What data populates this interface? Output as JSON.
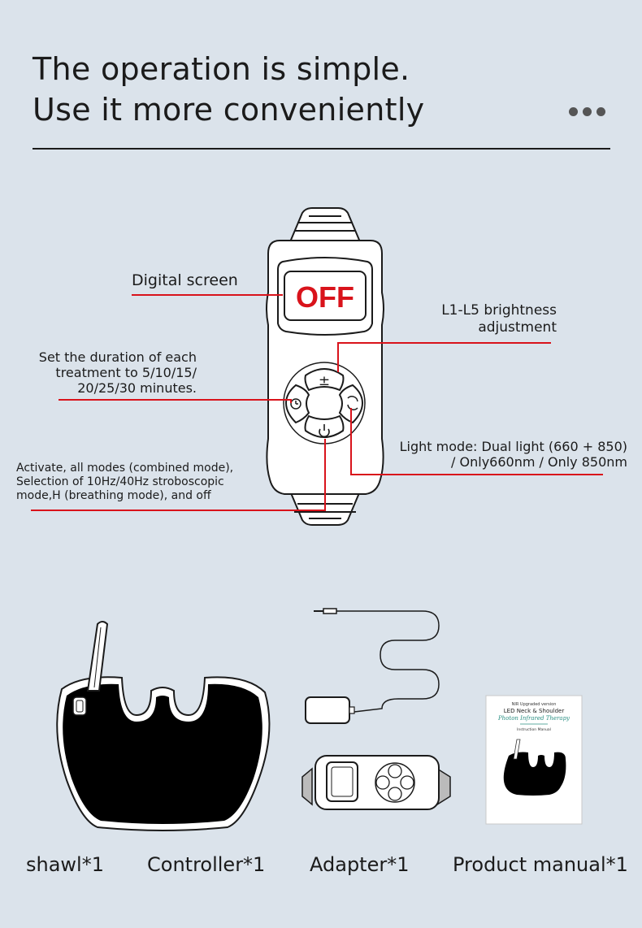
{
  "header": {
    "title_line1": "The operation is simple.",
    "title_line2": "Use it more conveniently"
  },
  "controller": {
    "screen_text": "OFF",
    "plus_minus_symbol": "±"
  },
  "callouts": {
    "digital_screen": "Digital screen",
    "brightness_line1": "L1-L5 brightness",
    "brightness_line2": "adjustment",
    "duration_line1": "Set the duration of each",
    "duration_line2": "treatment to 5/10/15/",
    "duration_line3": "20/25/30 minutes.",
    "light_mode_line1": "Light mode: Dual light (660 + 850)",
    "light_mode_line2": "/ Only660nm / Only 850nm",
    "activate_line1": "Activate, all modes (combined mode),",
    "activate_line2": "Selection of 10Hz/40Hz stroboscopic",
    "activate_line3": "mode,H (breathing mode), and off"
  },
  "manual": {
    "line1": "NIR Upgraded version",
    "line2": "LED Neck & Shoulder",
    "line3": "Photon Infrared Therapy",
    "line4": "Instruction Manual"
  },
  "items": {
    "shawl": "shawl*1",
    "controller": "Controller*1",
    "adapter": "Adapter*1",
    "manual": "Product manual*1"
  },
  "colors": {
    "background": "#dbe3eb",
    "accent_red": "#d9131b",
    "text": "#1b1b1b"
  }
}
